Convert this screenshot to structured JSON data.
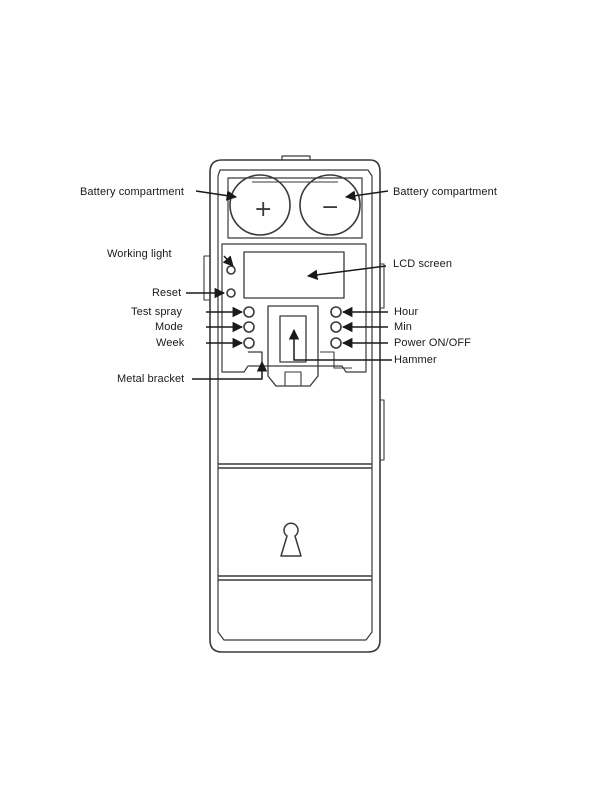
{
  "labels": {
    "battery_left": "Battery compartment",
    "battery_right": "Battery compartment",
    "working_light": "Working light",
    "lcd_screen": "LCD screen",
    "reset": "Reset",
    "test_spray": "Test spray",
    "mode": "Mode",
    "week": "Week",
    "hour": "Hour",
    "min": "Min",
    "power": "Power ON/OFF",
    "hammer": "Hammer",
    "metal_bracket": "Metal bracket"
  },
  "battery_symbols": {
    "plus": "+",
    "minus": "−"
  },
  "colors": {
    "line": "#3a3a3a",
    "text": "#1a1a1a",
    "background": "#ffffff"
  }
}
